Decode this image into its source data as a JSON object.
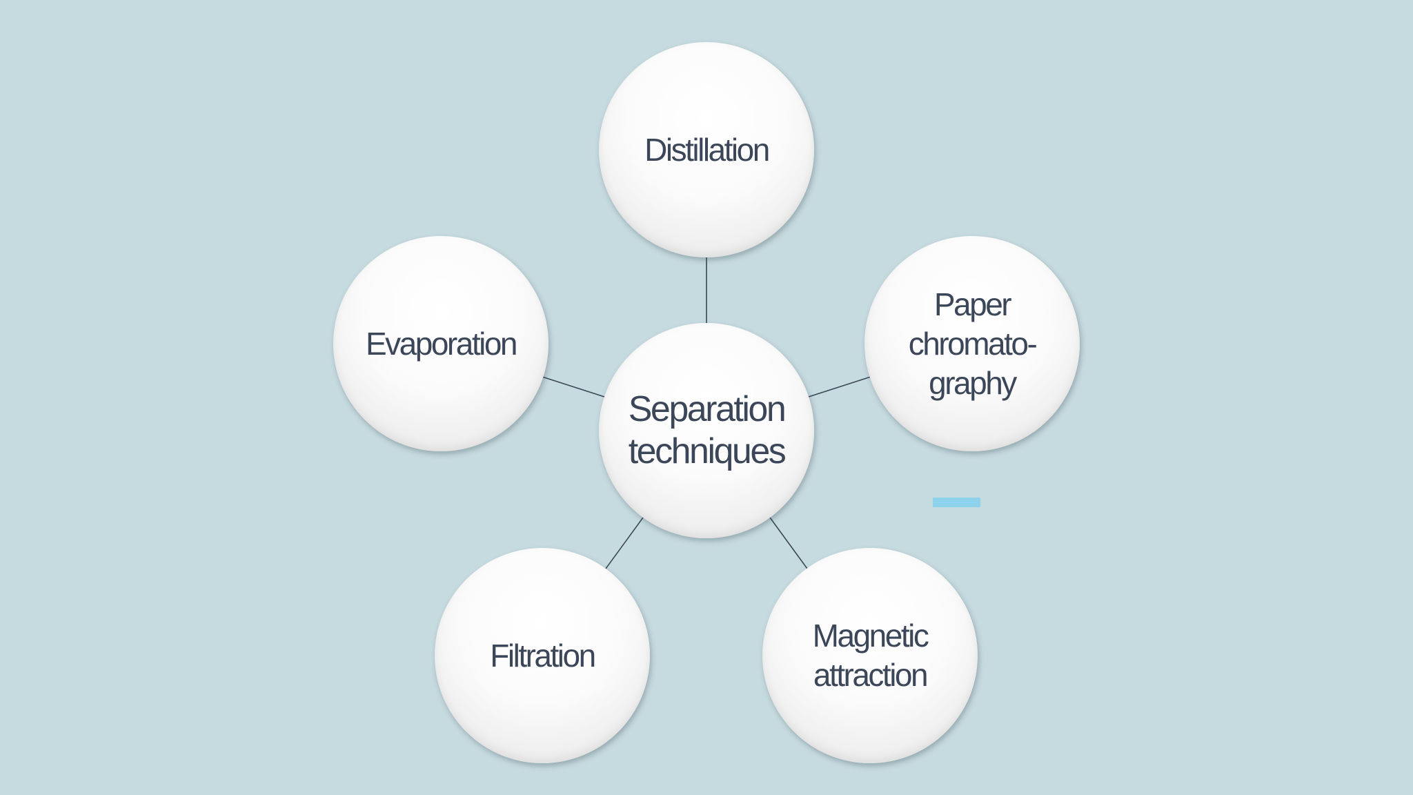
{
  "diagram": {
    "center": {
      "label": "Separation\ntechniques"
    },
    "nodes": [
      {
        "id": "distillation",
        "label": "Distillation"
      },
      {
        "id": "paper-chromatography",
        "label": "Paper\nchromato-\ngraphy"
      },
      {
        "id": "magnetic-attraction",
        "label": "Magnetic\nattraction"
      },
      {
        "id": "filtration",
        "label": "Filtration"
      },
      {
        "id": "evaporation",
        "label": "Evaporation"
      }
    ]
  },
  "colors": {
    "background": "#c6dbe0",
    "text": "#3b4658",
    "connector": "#3a4654",
    "accent": "#8dd1ea"
  }
}
